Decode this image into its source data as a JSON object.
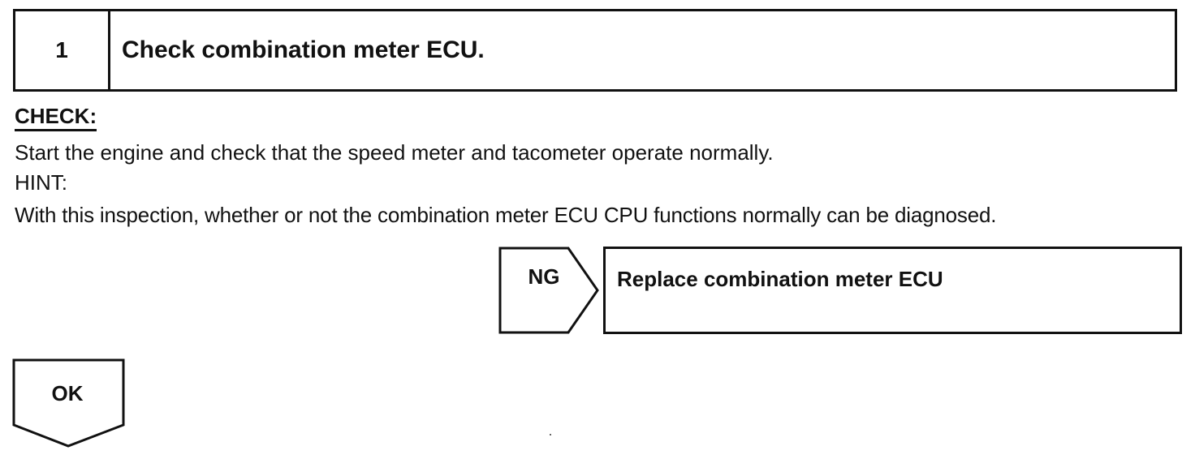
{
  "step": {
    "number": "1",
    "title": "Check combination meter ECU."
  },
  "check": {
    "label": "CHECK:",
    "instruction": "Start the engine and check that the speed meter and tacometer operate normally."
  },
  "hint": {
    "label": "HINT:",
    "text": "With this inspection, whether or not the combination meter ECU CPU functions normally can be diagnosed."
  },
  "ng_branch": {
    "label": "NG",
    "action": "Replace combination meter ECU"
  },
  "ok_branch": {
    "label": "OK"
  },
  "colors": {
    "ink": "#111111",
    "background": "#ffffff"
  }
}
